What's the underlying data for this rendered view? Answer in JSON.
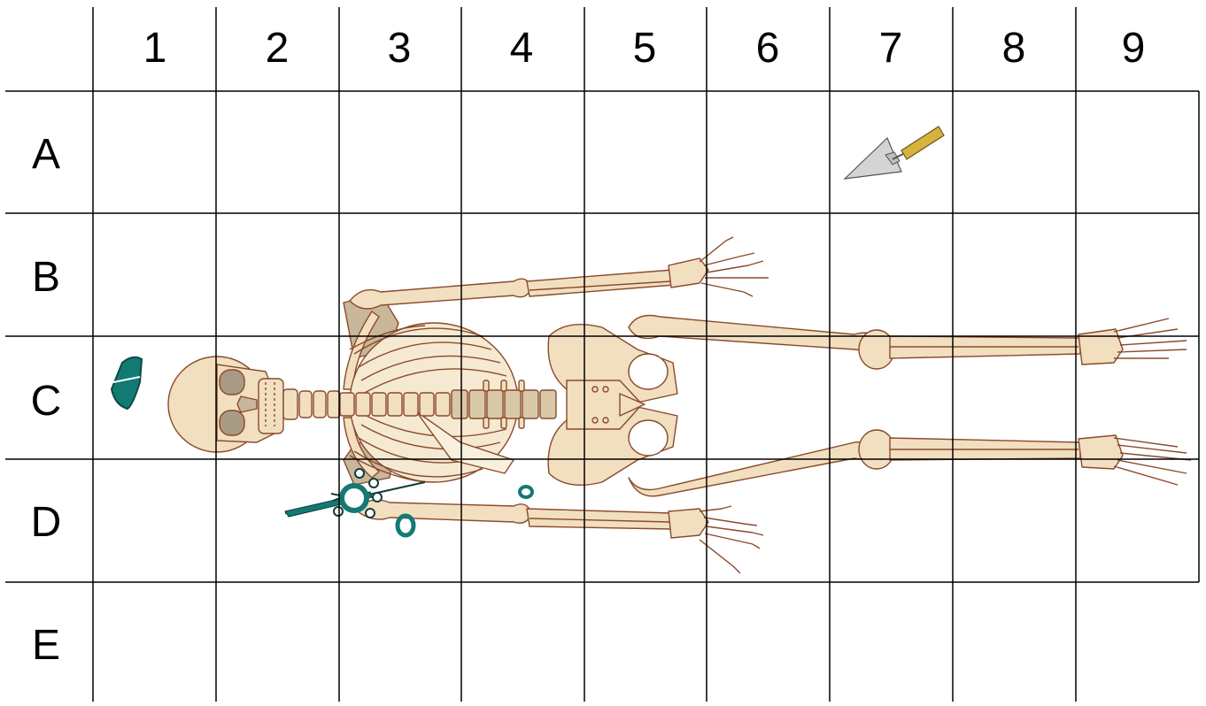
{
  "grid": {
    "columns": [
      "1",
      "2",
      "3",
      "4",
      "5",
      "6",
      "7",
      "8",
      "9"
    ],
    "rows": [
      "A",
      "B",
      "C",
      "D",
      "E"
    ]
  },
  "colors": {
    "bone_fill": "#f1dfbf",
    "bone_stroke": "#8a4a2c",
    "bone_shadow": "#c8b79a",
    "artifact_teal": "#127a73",
    "trowel_blade": "#d4d4d4",
    "trowel_handle": "#d7b23d",
    "grid_line": "#000000"
  },
  "icons": {
    "trowel": "trowel-icon",
    "shield_fragment": "green-shard-icon",
    "ring": "ring-icon",
    "brooch": "brooch-icon"
  }
}
